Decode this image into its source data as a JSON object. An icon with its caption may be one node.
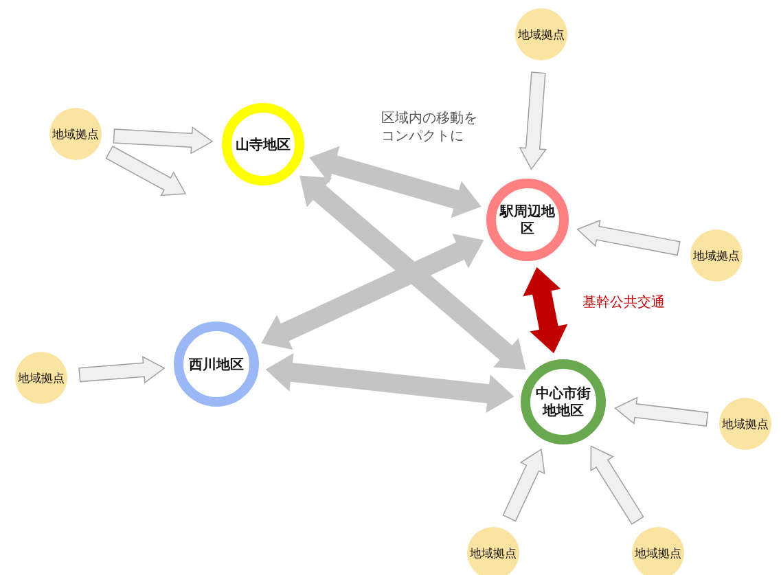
{
  "diagram": {
    "nodes": [
      {
        "text": [
          "山寺地区"
        ]
      },
      {
        "text": [
          "駅周辺地区"
        ]
      },
      {
        "text": [
          "西川地区"
        ]
      },
      {
        "text": [
          "中心市街地地区"
        ]
      },
      {
        "text": [
          "地域拠点"
        ]
      },
      {
        "text": [
          "地域拠点"
        ]
      },
      {
        "text": [
          "地域拠点"
        ]
      },
      {
        "text": [
          "地域拠点"
        ]
      },
      {
        "text": [
          "地域拠点"
        ]
      },
      {
        "text": [
          "地域拠点"
        ]
      },
      {
        "text": [
          "地域拠点"
        ]
      }
    ],
    "edges": [
      {
        "from": 4,
        "to": 0,
        "arrow": "to"
      },
      {
        "from": 4,
        "to": null,
        "arrow": "to"
      },
      {
        "from": 5,
        "to": 1,
        "arrow": "to"
      },
      {
        "from": 6,
        "to": 1,
        "arrow": "to"
      },
      {
        "from": 7,
        "to": 2,
        "arrow": "to"
      },
      {
        "from": 8,
        "to": 3,
        "arrow": "to"
      },
      {
        "from": 9,
        "to": 3,
        "arrow": "to"
      },
      {
        "from": 10,
        "to": 3,
        "arrow": "to"
      },
      {
        "from": 0,
        "to": 1,
        "arrow": "both",
        "label": "区域内の移動をコンパクトに",
        "style": "thick"
      },
      {
        "from": 0,
        "to": 3,
        "arrow": "both",
        "style": "thick"
      },
      {
        "from": 1,
        "to": 2,
        "arrow": "both",
        "style": "thick"
      },
      {
        "from": 2,
        "to": 3,
        "arrow": "both",
        "style": "thick"
      },
      {
        "from": 1,
        "to": 3,
        "arrow": "both",
        "label": "基幹公共交通",
        "style": "thick",
        "color": "#c00000"
      }
    ]
  }
}
